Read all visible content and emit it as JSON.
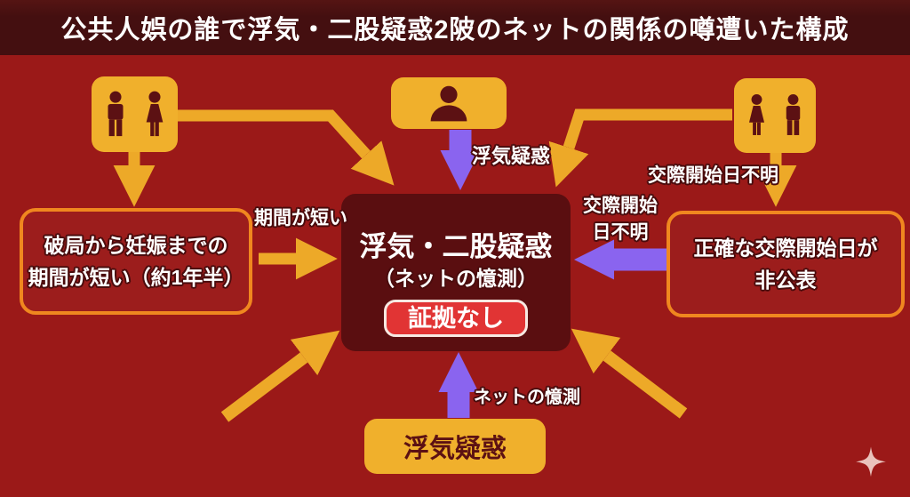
{
  "title": "公共人娯の誰で浮気・二股疑惑2陂のネットの関係の噂遭いた構成",
  "colors": {
    "background": "#9b1918",
    "banner": "#440f10",
    "box_yellow": "#f0b02c",
    "border_orange": "#f0871f",
    "center_box": "#5a0e10",
    "pill_red": "#e13434",
    "pill_border": "#f6e9e2",
    "arrow_yellow": "#eda928",
    "arrow_purple": "#8a64ef",
    "icon_dark": "#5c1113",
    "outline": "#4a0c0d",
    "sparkle": "#eac2bc"
  },
  "icons": {
    "couple_left": "man-woman-icon",
    "person_top": "person-bust-icon",
    "couple_right": "woman-man-icon",
    "sparkle": "four-point-sparkle-icon"
  },
  "boxes": {
    "left": {
      "line1": "破局から妊娠までの",
      "line2": "期間が短い（約1年半）"
    },
    "center": {
      "title": "浮気・二股疑惑",
      "subtitle": "（ネットの憶測）",
      "badge": "証拠なし"
    },
    "right": {
      "line1": "正確な交際開始日が",
      "line2": "非公表"
    },
    "bottom": {
      "label": "浮気疑惑"
    }
  },
  "labels": {
    "period_short": "期間が短い",
    "cheating_top": "浮気疑惑",
    "dating_start_unknown": "交際開始日不明",
    "dating_start_unknown_l1": "交際開始",
    "dating_start_unknown_l2": "日不明",
    "net_speculation": "ネットの憶測"
  }
}
